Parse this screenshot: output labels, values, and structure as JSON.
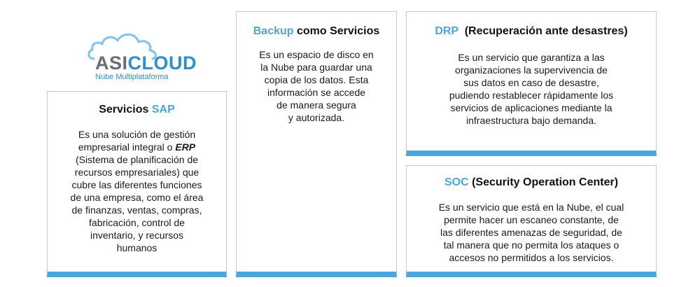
{
  "logo": {
    "word_part1": "ASI",
    "word_part2": "CLOUD",
    "tagline": "Nube Multiplataforma",
    "icon": "cloud-outline"
  },
  "colors": {
    "accent": "#4aa6df",
    "logo_gray": "#6d6e71",
    "logo_blue": "#2b8fd0",
    "border": "#c9c9c9"
  },
  "cards": {
    "sap": {
      "title_prefix": "Servicios ",
      "title_accent": "SAP",
      "body_lines": [
        "Es una solución de gestión",
        "empresarial integral o ",
        "(Sistema de planificación de",
        "recursos empresariales) que",
        "cubre las diferentes funciones",
        "de una empresa, como el área",
        "de finanzas, ventas, compras,",
        "fabricación, control de",
        "inventario, y recursos",
        "humanos"
      ],
      "erp": "ERP"
    },
    "backup": {
      "title_accent": "Backup",
      "title_suffix": " como Servicios",
      "body_lines": [
        "Es un espacio de disco en",
        "la Nube para guardar una",
        "copia de los datos. Esta",
        "información se accede",
        "de manera segura",
        "y autorizada."
      ]
    },
    "drp": {
      "title_accent": "DRP",
      "title_suffix": "  (Recuperación ante desastres)",
      "body_lines": [
        "Es un servicio que garantiza a las",
        "organizaciones la supervivencia de",
        "sus datos en caso de desastre,",
        "pudiendo restablecer rápidamente los",
        "servicios de aplicaciones mediante la",
        "infraestructura bajo demanda."
      ]
    },
    "soc": {
      "title_accent": "SOC",
      "title_suffix": " (Security Operation Center)",
      "body_lines": [
        "Es un servicio que está en la Nube, el cual",
        "permite hacer un escaneo constante, de",
        "las diferentes amenazas de seguridad, de",
        "tal manera que no permita los ataques o",
        "accesos no permitidos a los servicios."
      ]
    }
  }
}
